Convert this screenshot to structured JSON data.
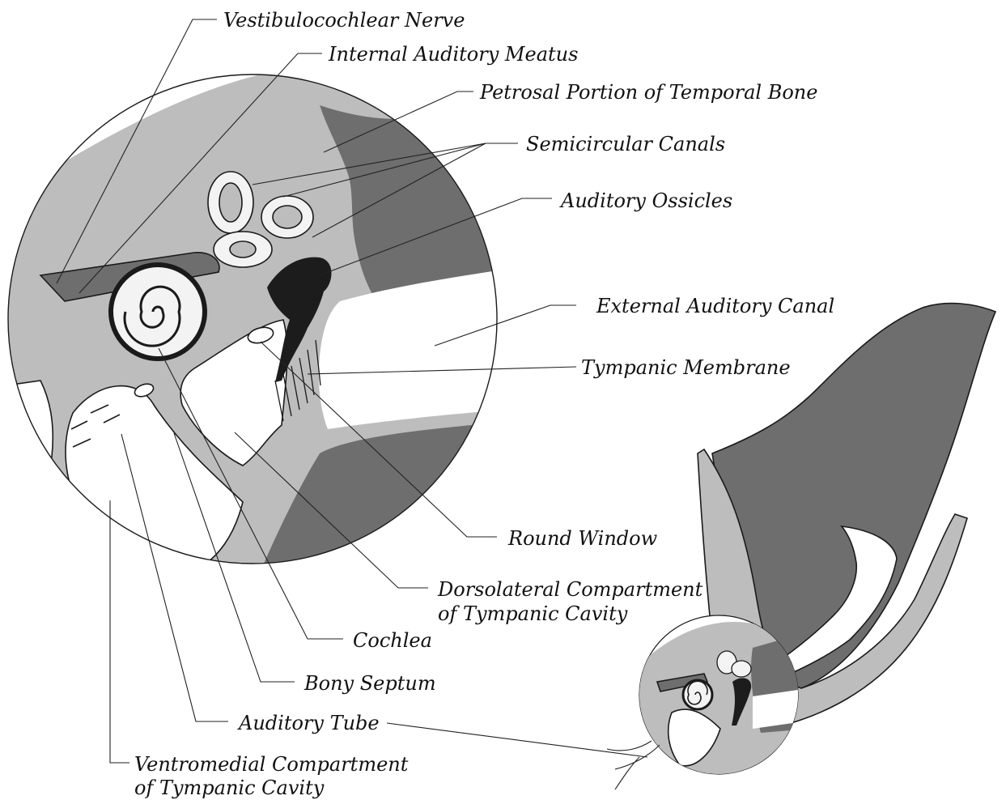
{
  "labels": {
    "vestibulocochlear_nerve": "Vestibulocochlear Nerve",
    "internal_auditory_meatus": "Internal Auditory Meatus",
    "petrosal_portion": "Petrosal Portion of Temporal Bone",
    "semicircular_canals": "Semicircular Canals",
    "auditory_ossicles": "Auditory Ossicles",
    "external_auditory_canal": "External Auditory Canal",
    "tympanic_membrane": "Tympanic Membrane",
    "round_window": "Round Window",
    "dorsolateral_line1": "Dorsolateral Compartment",
    "dorsolateral_line2": "of Tympanic Cavity",
    "cochlea": "Cochlea",
    "bony_septum": "Bony Septum",
    "auditory_tube": "Auditory Tube",
    "ventromedial_line1": "Ventromedial Compartment",
    "ventromedial_line2": "of Tympanic Cavity"
  },
  "colors": {
    "dark_tissue": "#6e6e6e",
    "light_tissue": "#bdbdbd",
    "canal": "#ffffff",
    "ossicles": "#1c1c1c",
    "outline": "#1a1a1a"
  }
}
